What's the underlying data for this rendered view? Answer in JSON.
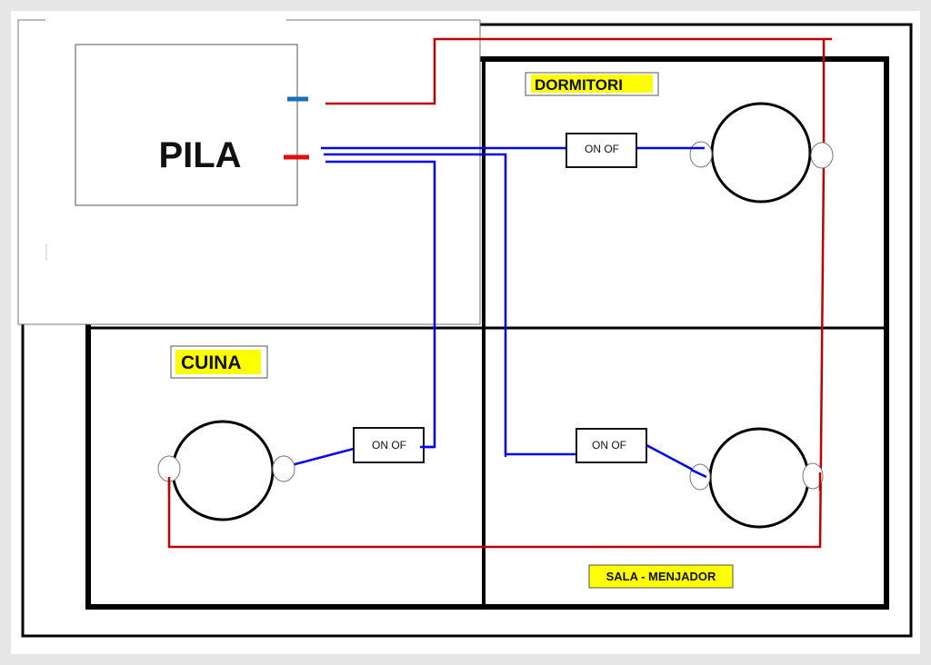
{
  "battery": {
    "label": "PILA"
  },
  "rooms": {
    "dormitori": {
      "label": "DORMITORI",
      "switch_label": "ON  OF"
    },
    "cuina": {
      "label": "CUINA",
      "switch_label": "ON  OF"
    },
    "sala": {
      "label": "SALA  - MENJADOR",
      "switch_label": "ON  OF"
    }
  },
  "colors": {
    "positive_wire": "#c00000",
    "switch_wire": "#0000ee",
    "label_highlight": "#ffff00",
    "negative_terminal": "#1a6fb5",
    "positive_terminal": "#e01010"
  }
}
